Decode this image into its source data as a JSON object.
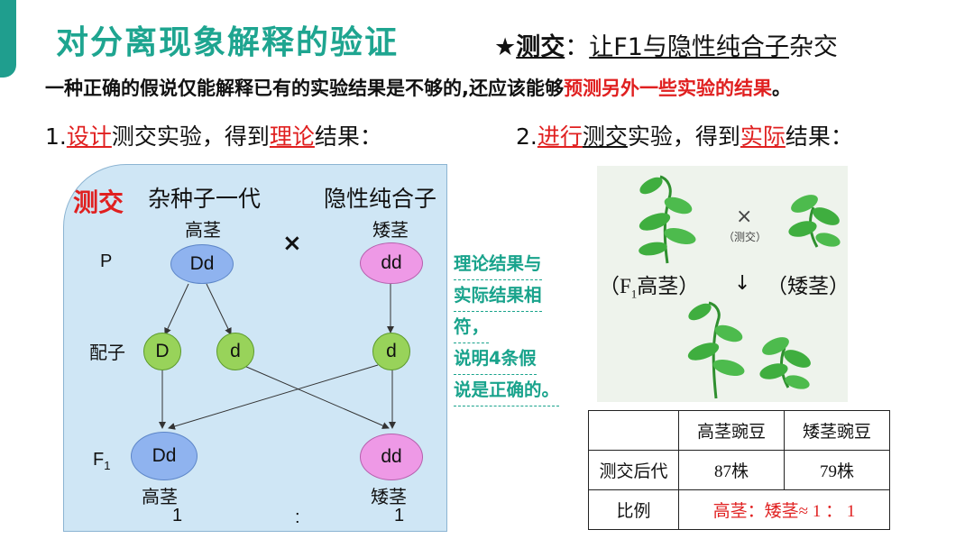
{
  "header": {
    "title": "对分离现象解释的验证",
    "star": "★",
    "test_cross": "测交",
    "colon": "：",
    "desc_u": "让F1与隐性纯合子",
    "desc_rest": "杂交"
  },
  "sentence": {
    "plain": "一种正确的假说仅能解释已有的实验结果是不够的,还应该能够",
    "red": "预测另外一些实验的结果",
    "end": "。"
  },
  "step1": {
    "num": "1.",
    "red": "设计",
    "u": "测交",
    "mid": "实验，得到",
    "red2": "理论",
    "end": "结果："
  },
  "step2": {
    "num": "2.",
    "red": "进行",
    "u": "测交",
    "mid": "实验，得到",
    "red2": "实际",
    "end": "结果："
  },
  "diagram": {
    "label": "测交",
    "left_parent_title": "杂种子一代",
    "right_parent_title": "隐性纯合子",
    "left_pheno_top": "高茎",
    "right_pheno_top": "矮茎",
    "cross": "×",
    "row_p": "P",
    "row_gamete": "配子",
    "row_f1": "F",
    "row_f1_sub": "1",
    "parent_left": "Dd",
    "parent_right": "dd",
    "gamete_1": "D",
    "gamete_2": "d",
    "gamete_3": "d",
    "f1_left": "Dd",
    "f1_right": "dd",
    "left_pheno_bottom": "高茎",
    "right_pheno_bottom": "矮茎",
    "ratio_left": "1",
    "ratio_colon": ":",
    "ratio_right": "1"
  },
  "note": {
    "lines": [
      "理论结果与",
      "实际结果相",
      "符，",
      "说明4条假",
      "说是正确的。"
    ]
  },
  "plants": {
    "cross": "×",
    "cross_note": "（测交）",
    "left_label": "（F",
    "left_sub": "1",
    "left_label_end": "高茎）",
    "arrow": "↓",
    "right_label": "（矮茎）"
  },
  "table": {
    "col1": "高茎豌豆",
    "col2": "矮茎豌豆",
    "row1_label": "测交后代",
    "row1_v1": "87株",
    "row1_v2": "79株",
    "row2_label": "比例",
    "row2_value": "高茎：矮茎≈ 1 ： 1"
  },
  "colors": {
    "teal": "#1ea590",
    "red": "#e02020",
    "panel_bg": "#cfe6f5",
    "blue_ellipse": "#8fb3ef",
    "pink_ellipse": "#ee99e6",
    "green_ellipse": "#98d35a",
    "leaf": "#3fae3f"
  }
}
